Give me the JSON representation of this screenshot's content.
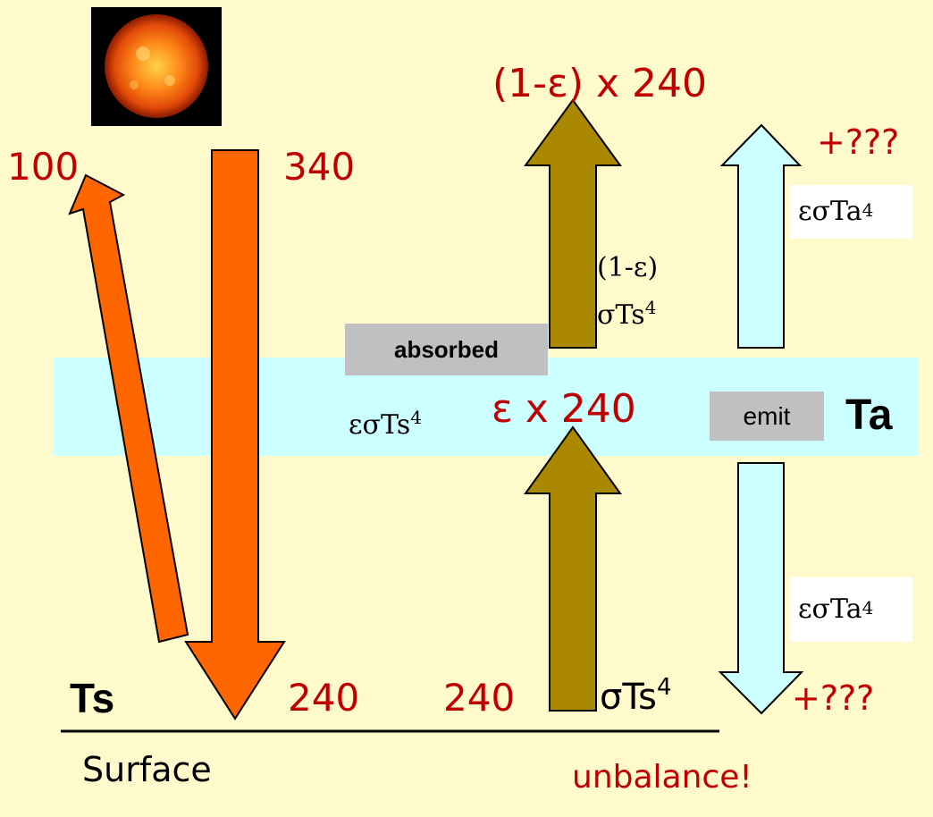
{
  "labels": {
    "sun_reflect": "100",
    "sun_in": "340",
    "surface_absorbed": "240",
    "surface_emit_value": "240",
    "top_escape": "(1-ε) x 240",
    "atmos_absorbed": "ε x 240",
    "plus_top": "+???",
    "plus_bottom": "+???",
    "unbalance": "unbalance!"
  },
  "boxes": {
    "absorbed": "absorbed",
    "emit": "emit"
  },
  "formulas": {
    "eps_sigma_ta_top_base": "εσTa",
    "eps_sigma_ta_top_exp": "4",
    "eps_sigma_ta_bottom_base": "εσTa",
    "eps_sigma_ta_bottom_exp": "4",
    "one_minus_eps": "(1-ε)",
    "sigma_ts_base": "σTs",
    "sigma_ts_exp": "4",
    "eps_sigma_ts_base": "εσTs",
    "eps_sigma_ts_exp": "4",
    "surface_sigma_ts_base": "σTs",
    "surface_sigma_ts_exp": "4"
  },
  "layer_labels": {
    "ta": "Ta",
    "ts": "Ts",
    "surface": "Surface"
  },
  "colors": {
    "background": "#fffacc",
    "atmosphere_band": "#ccffff",
    "solar_arrow": "#ff6600",
    "ir_arrow": "#aa8800",
    "atmos_arrow": "#ccffff",
    "red_text": "#c00000",
    "label_box": "#c0c0c0"
  },
  "icons": {
    "sun": "sun-image"
  }
}
